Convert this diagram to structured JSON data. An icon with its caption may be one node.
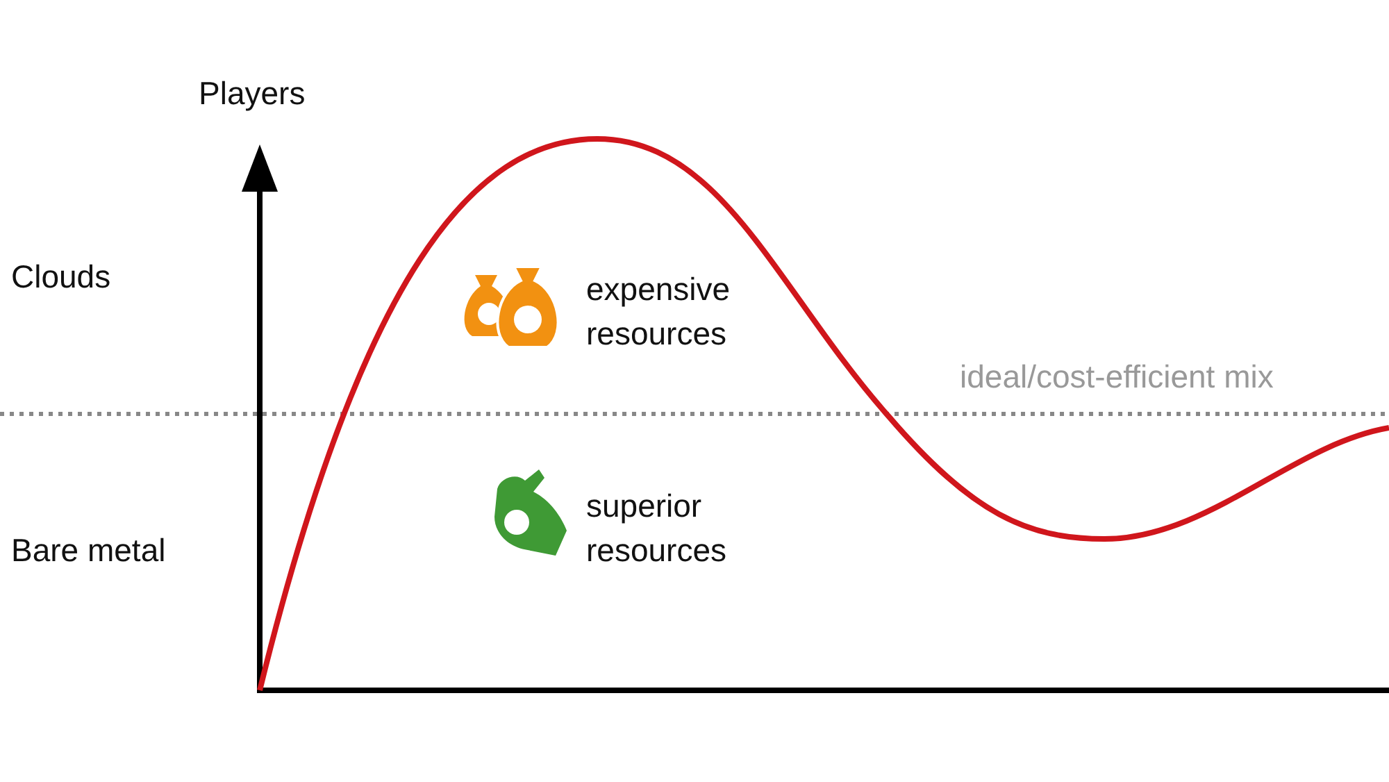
{
  "diagram": {
    "labels": [
      "Players",
      "Clouds",
      "Bare metal",
      "expensive resources",
      "superior resources",
      "ideal/cost-efficient mix"
    ]
  }
}
